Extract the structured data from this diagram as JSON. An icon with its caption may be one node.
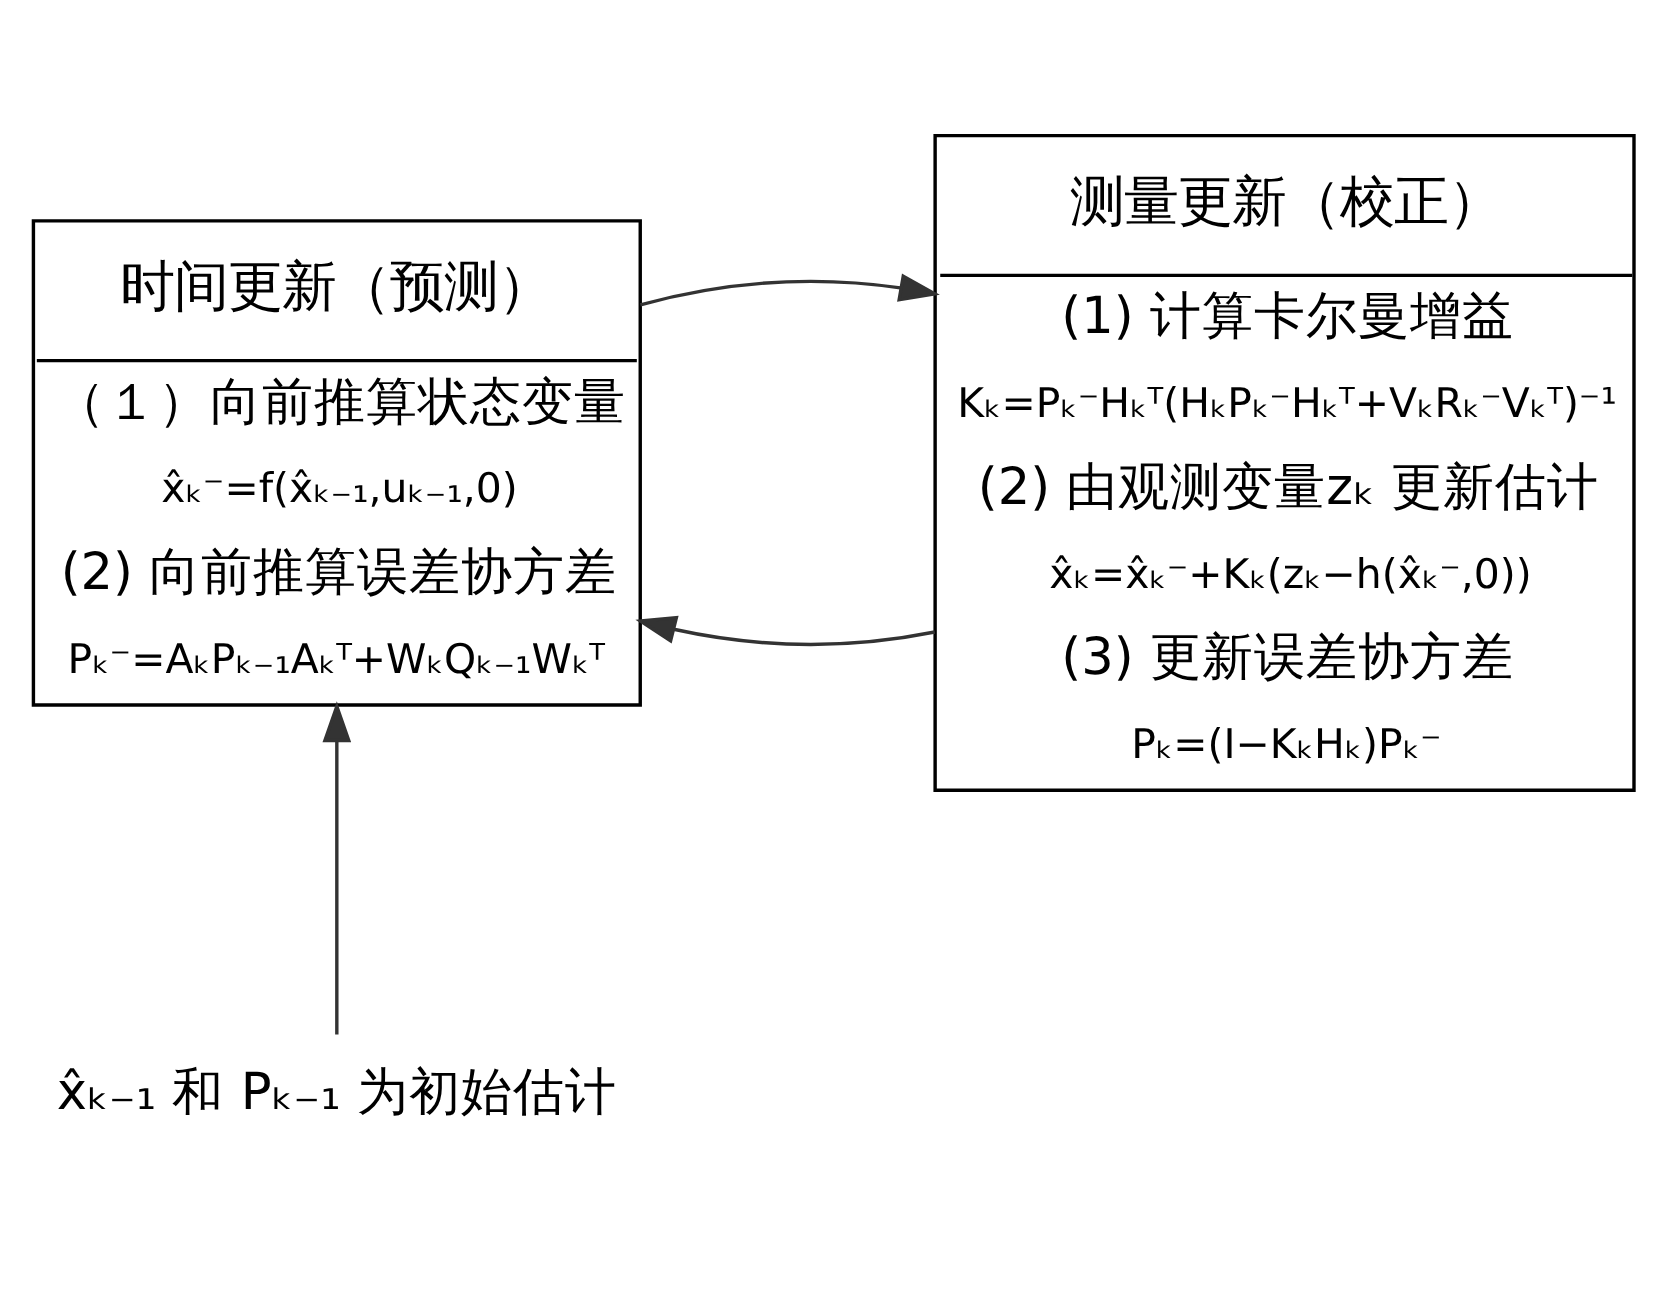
{
  "diagram": {
    "nodes": [
      {
        "text": [
          "时间更新（预测）",
          "（１）向前推算状态变量",
          "x̂ₖ⁻=f(x̂ₖ₋₁,uₖ₋₁,0)",
          "(2) 向前推算误差协方差",
          "Pₖ⁻=AₖPₖ₋₁Aₖᵀ+WₖQₖ₋₁Wₖᵀ"
        ]
      },
      {
        "text": [
          "测量更新（校正）",
          "(1) 计算卡尔曼增益",
          "Kₖ=Pₖ⁻Hₖᵀ(HₖPₖ⁻Hₖᵀ+VₖRₖ⁻Vₖᵀ)⁻¹",
          "(2) 由观测变量zₖ 更新估计",
          "x̂ₖ=x̂ₖ⁻+Kₖ(zₖ−h(x̂ₖ⁻,0))",
          "(3) 更新误差协方差",
          "Pₖ=(I−KₖHₖ)Pₖ⁻"
        ]
      },
      {
        "text": [
          "x̂ₖ₋₁ 和 Pₖ₋₁ 为初始估计"
        ]
      }
    ],
    "edges": [
      {
        "from": 0,
        "to": 1,
        "arrow": "to"
      },
      {
        "from": 1,
        "to": 0,
        "arrow": "to"
      },
      {
        "from": 2,
        "to": 0,
        "arrow": "to"
      }
    ]
  }
}
